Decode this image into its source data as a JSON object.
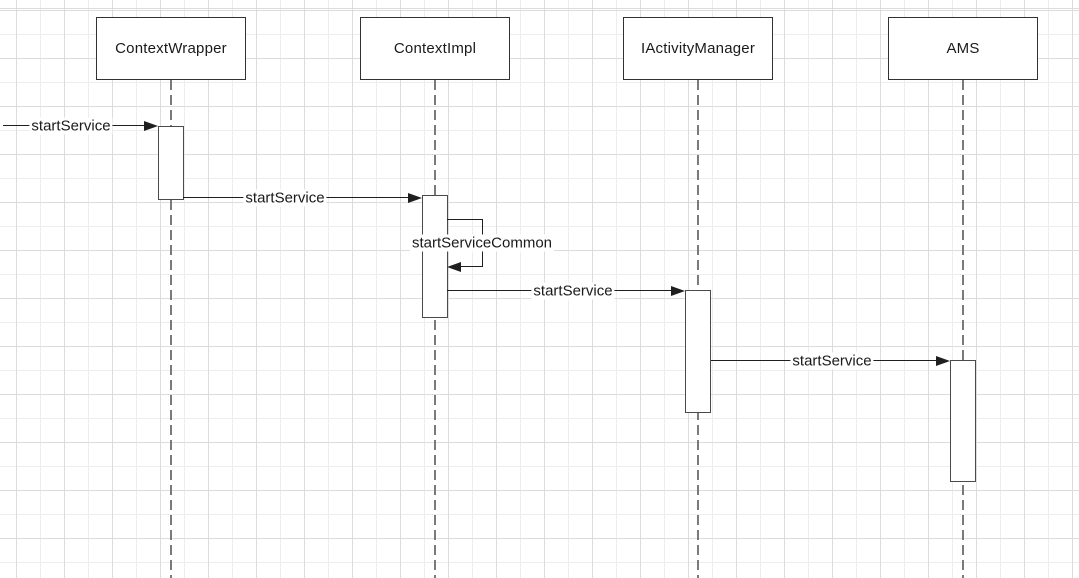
{
  "diagram": {
    "type": "uml-sequence-diagram",
    "actors": [
      {
        "label": "ContextWrapper"
      },
      {
        "label": "ContextImpl"
      },
      {
        "label": "IActivityManager"
      },
      {
        "label": "AMS"
      }
    ],
    "messages": [
      {
        "label": "startService",
        "from": "external",
        "to": "ContextWrapper"
      },
      {
        "label": "startService",
        "from": "ContextWrapper",
        "to": "ContextImpl"
      },
      {
        "label": "startServiceCommon",
        "from": "ContextImpl",
        "to": "ContextImpl",
        "self_call": true
      },
      {
        "label": "startService",
        "from": "ContextImpl",
        "to": "IActivityManager"
      },
      {
        "label": "startService",
        "from": "IActivityManager",
        "to": "AMS"
      }
    ],
    "colors": {
      "background": "#ffffff",
      "grid_minor": "#ededed",
      "grid_major": "#dcdcdc",
      "shape_border": "#323232",
      "activation_border": "#4a4a4a",
      "lifeline": "#7a7a7a",
      "message_line": "#1f1f1f",
      "text": "#1a1a1a"
    }
  }
}
